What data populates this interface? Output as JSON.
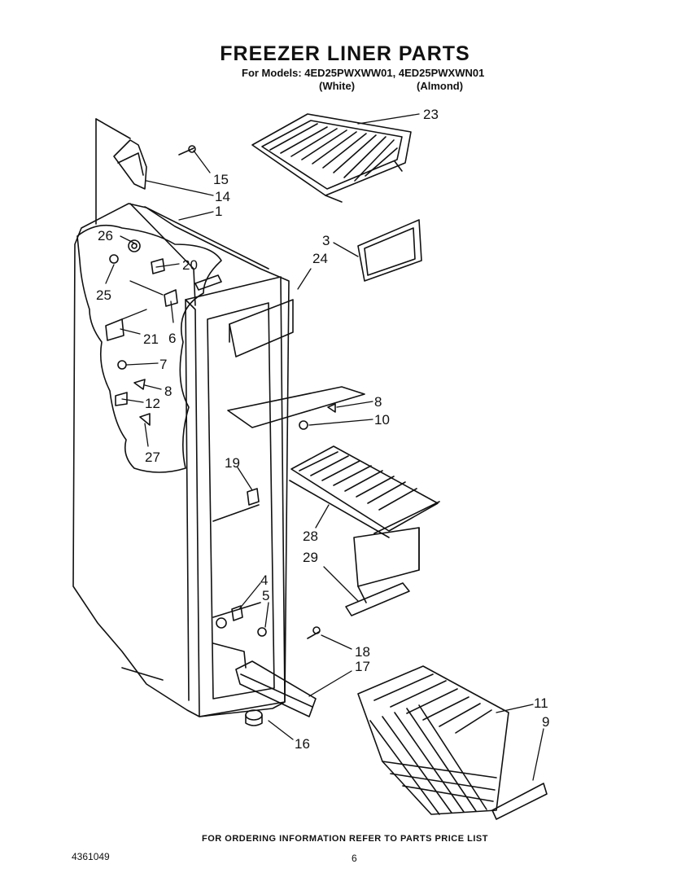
{
  "header": {
    "title": "FREEZER LINER PARTS",
    "models_line": "For Models: 4ED25PWXWW01, 4ED25PWXWN01",
    "variant_white": "(White)",
    "variant_almond": "(Almond)"
  },
  "callouts": [
    {
      "id": "c23",
      "text": "23"
    },
    {
      "id": "c15",
      "text": "15"
    },
    {
      "id": "c14",
      "text": "14"
    },
    {
      "id": "c1",
      "text": "1"
    },
    {
      "id": "c26",
      "text": "26"
    },
    {
      "id": "c20",
      "text": "20"
    },
    {
      "id": "c25",
      "text": "25"
    },
    {
      "id": "c3",
      "text": "3"
    },
    {
      "id": "c24",
      "text": "24"
    },
    {
      "id": "c21",
      "text": "21"
    },
    {
      "id": "c6",
      "text": "6"
    },
    {
      "id": "c7",
      "text": "7"
    },
    {
      "id": "c8a",
      "text": "8"
    },
    {
      "id": "c12",
      "text": "12"
    },
    {
      "id": "c27",
      "text": "27"
    },
    {
      "id": "c8b",
      "text": "8"
    },
    {
      "id": "c10",
      "text": "10"
    },
    {
      "id": "c19",
      "text": "19"
    },
    {
      "id": "c28",
      "text": "28"
    },
    {
      "id": "c29",
      "text": "29"
    },
    {
      "id": "c4",
      "text": "4"
    },
    {
      "id": "c5",
      "text": "5"
    },
    {
      "id": "c18",
      "text": "18"
    },
    {
      "id": "c17",
      "text": "17"
    },
    {
      "id": "c11",
      "text": "11"
    },
    {
      "id": "c9",
      "text": "9"
    },
    {
      "id": "c16",
      "text": "16"
    }
  ],
  "footer": {
    "ordering_note": "FOR ORDERING INFORMATION REFER TO PARTS PRICE LIST",
    "doc_number": "4361049",
    "page_number": "6"
  }
}
